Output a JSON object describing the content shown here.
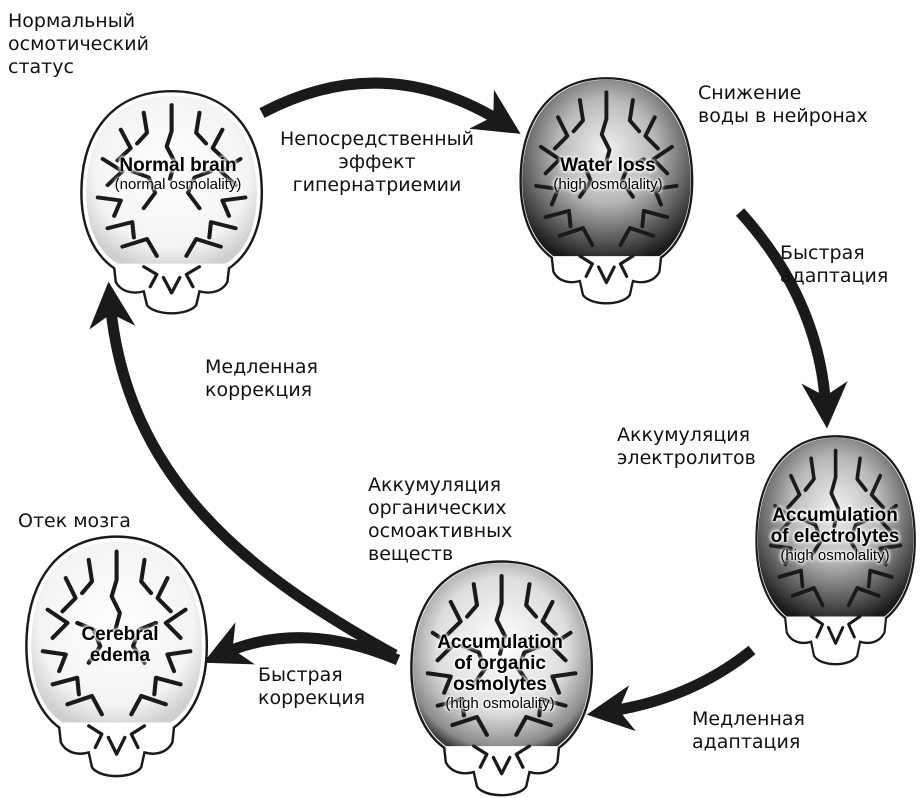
{
  "brains": {
    "normal": {
      "title": "Normal brain",
      "subtitle": "(normal osmolality)",
      "caption": "Нормальный\nосмотический\nстатус"
    },
    "water_loss": {
      "title": "Water loss",
      "subtitle": "(high osmolality)",
      "caption": "Снижение\nводы в нейронах"
    },
    "electrolytes": {
      "title": "Accumulation\nof electrolytes",
      "subtitle": "(high osmolality)",
      "caption": "Аккумуляция\nэлектролитов"
    },
    "organic": {
      "title": "Accumulation\nof organic\nosmolytes",
      "subtitle": "(high osmolality)",
      "caption": "Аккумуляция\nорганических\nосмоактивных\nвеществ"
    },
    "edema": {
      "title": "Cerebral\nedema",
      "subtitle": "",
      "caption": "Отек мозга"
    }
  },
  "arrows": {
    "direct_effect": "Непосредственный\nэффект\nгипернатриемии",
    "fast_adapt": "Быстрая\nадаптация",
    "slow_adapt": "Медленная\nадаптация",
    "fast_correct": "Быстрая\nкоррекция",
    "slow_correct": "Медленная\nкоррекция"
  },
  "colors": {
    "ink": "#111111",
    "dark": "#1a1a1a",
    "light": "#f2f2f2"
  }
}
